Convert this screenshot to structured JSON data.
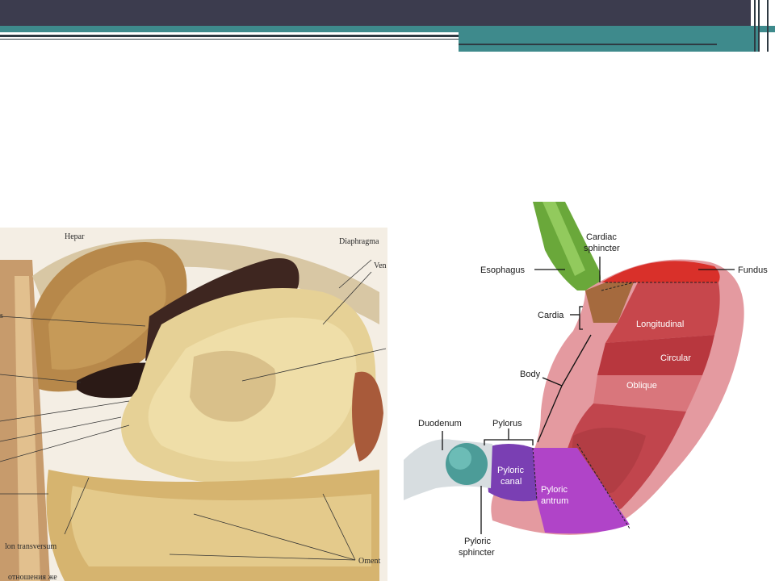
{
  "slide": {
    "accent_dark": "#3c3c4e",
    "accent_teal": "#3e8a8c"
  },
  "left_figure": {
    "labels": {
      "hepar": "Hepar",
      "diaphragma": "Diaphragma",
      "ven": "Ven",
      "s": "s",
      "colon": "lon transversum",
      "oment": "Oment",
      "caption": "отношения же"
    }
  },
  "right_figure": {
    "labels": {
      "cardiac_sphincter_1": "Cardiac",
      "cardiac_sphincter_2": "sphincter",
      "esophagus": "Esophagus",
      "fundus": "Fundus",
      "cardia": "Cardia",
      "longitudinal": "Longitudinal",
      "circular": "Circular",
      "oblique": "Oblique",
      "body": "Body",
      "duodenum": "Duodenum",
      "pylorus": "Pylorus",
      "pyloric_canal_1": "Pyloric",
      "pyloric_canal_2": "canal",
      "pyloric_antrum_1": "Pyloric",
      "pyloric_antrum_2": "antrum",
      "pyloric_sphincter_1": "Pyloric",
      "pyloric_sphincter_2": "sphincter"
    }
  }
}
